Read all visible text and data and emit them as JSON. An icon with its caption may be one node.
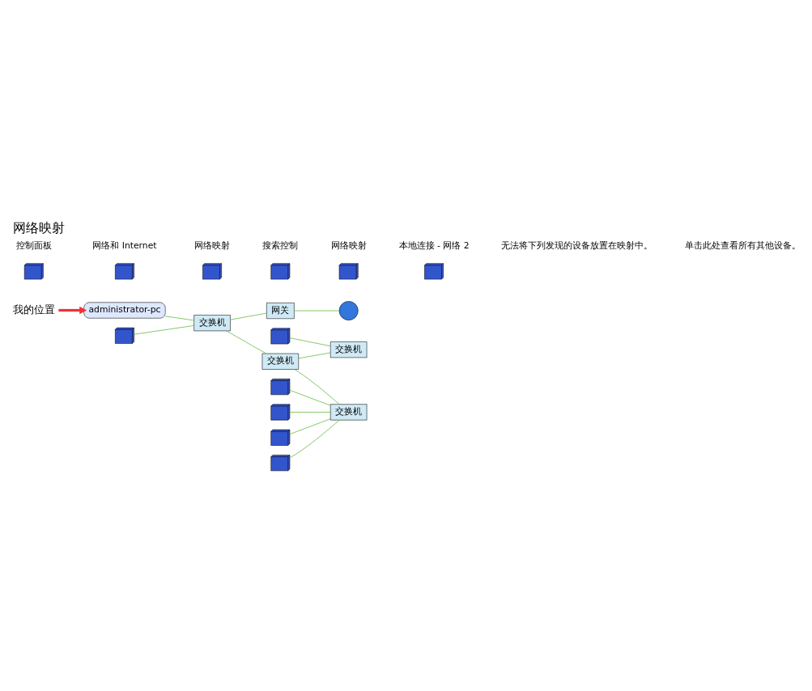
{
  "diagram": {
    "title": "网络映射",
    "nodes": [
      {
        "text": [
          "我的位置"
        ]
      },
      {
        "text": [
          "administrator-pc"
        ]
      },
      {
        "text": [
          "交换机"
        ]
      },
      {
        "text": [],
        "shape": "picture"
      },
      {
        "text": [
          "交换机"
        ]
      },
      {
        "text": [],
        "shape": "picture"
      },
      {
        "text": [
          "交换机"
        ]
      },
      {
        "text": [],
        "shape": "picture"
      },
      {
        "text": [
          "交换机"
        ]
      },
      {
        "text": [
          "网关"
        ]
      },
      {
        "text": [],
        "shape": "circle"
      },
      {
        "text": [],
        "shape": "picture"
      },
      {
        "text": [],
        "shape": "picture"
      },
      {
        "text": [],
        "shape": "picture"
      },
      {
        "text": [],
        "shape": "picture"
      },
      {
        "text": [],
        "shape": "picture"
      },
      {
        "text": [],
        "shape": "picture"
      },
      {
        "text": [],
        "shape": "picture"
      },
      {
        "text": [],
        "shape": "picture"
      },
      {
        "text": [],
        "shape": "picture"
      }
    ],
    "edges": [
      {
        "from": 0,
        "to": 1,
        "arrow": "to",
        "style": "thick",
        "color": "#ee3333"
      },
      {
        "from": 1,
        "to": 2,
        "arrow": "none"
      },
      {
        "from": 3,
        "to": 2,
        "arrow": "none"
      },
      {
        "from": 2,
        "to": 4,
        "arrow": "none"
      },
      {
        "from": 2,
        "to": 9,
        "arrow": "none"
      },
      {
        "from": 4,
        "to": 6,
        "arrow": "none"
      },
      {
        "from": 4,
        "to": 8,
        "arrow": "none"
      },
      {
        "from": 5,
        "to": 6,
        "arrow": "none"
      },
      {
        "from": 7,
        "to": 8,
        "arrow": "none"
      },
      {
        "from": 11,
        "to": 8,
        "arrow": "none"
      },
      {
        "from": 12,
        "to": 8,
        "arrow": "none"
      },
      {
        "from": 13,
        "to": 8,
        "arrow": "none"
      },
      {
        "from": 9,
        "to": 10,
        "arrow": "none"
      }
    ],
    "labels": [
      "控制面板",
      "网络和 Internet",
      "网络映射",
      "搜索控制",
      "网络映射",
      "本地连接 - 网络 2",
      "无法将下列发现的设备放置在映射中。",
      "单击此处查看所有其他设备。"
    ]
  }
}
